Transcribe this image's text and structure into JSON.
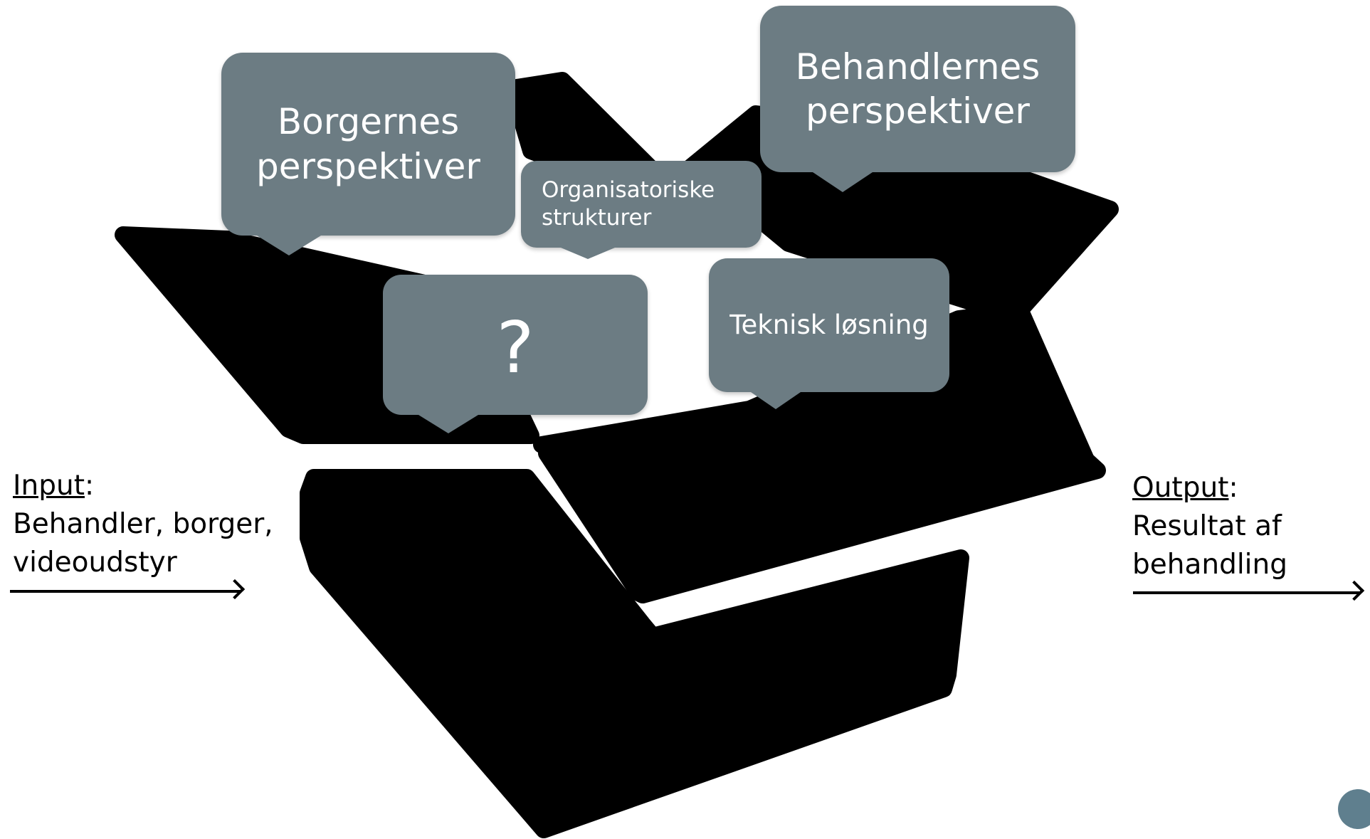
{
  "bubbles": {
    "borger": [
      "Borgernes",
      "perspektiver"
    ],
    "behandler": [
      "Behandlernes",
      "perspektiver"
    ],
    "organisation": [
      "Organisatoriske",
      "strukturer"
    ],
    "question": "?",
    "teknisk": "Teknisk løsning"
  },
  "input": {
    "heading": "Input",
    "colon": ":",
    "lines": [
      "Behandler, borger,",
      "videoudstyr"
    ]
  },
  "output": {
    "heading": "Output",
    "colon": ":",
    "lines": [
      "Resultat af",
      "behandling"
    ]
  },
  "colors": {
    "bubble": "#6c7c83",
    "box": "#000000",
    "accent_dot": "#5f7f8e"
  }
}
